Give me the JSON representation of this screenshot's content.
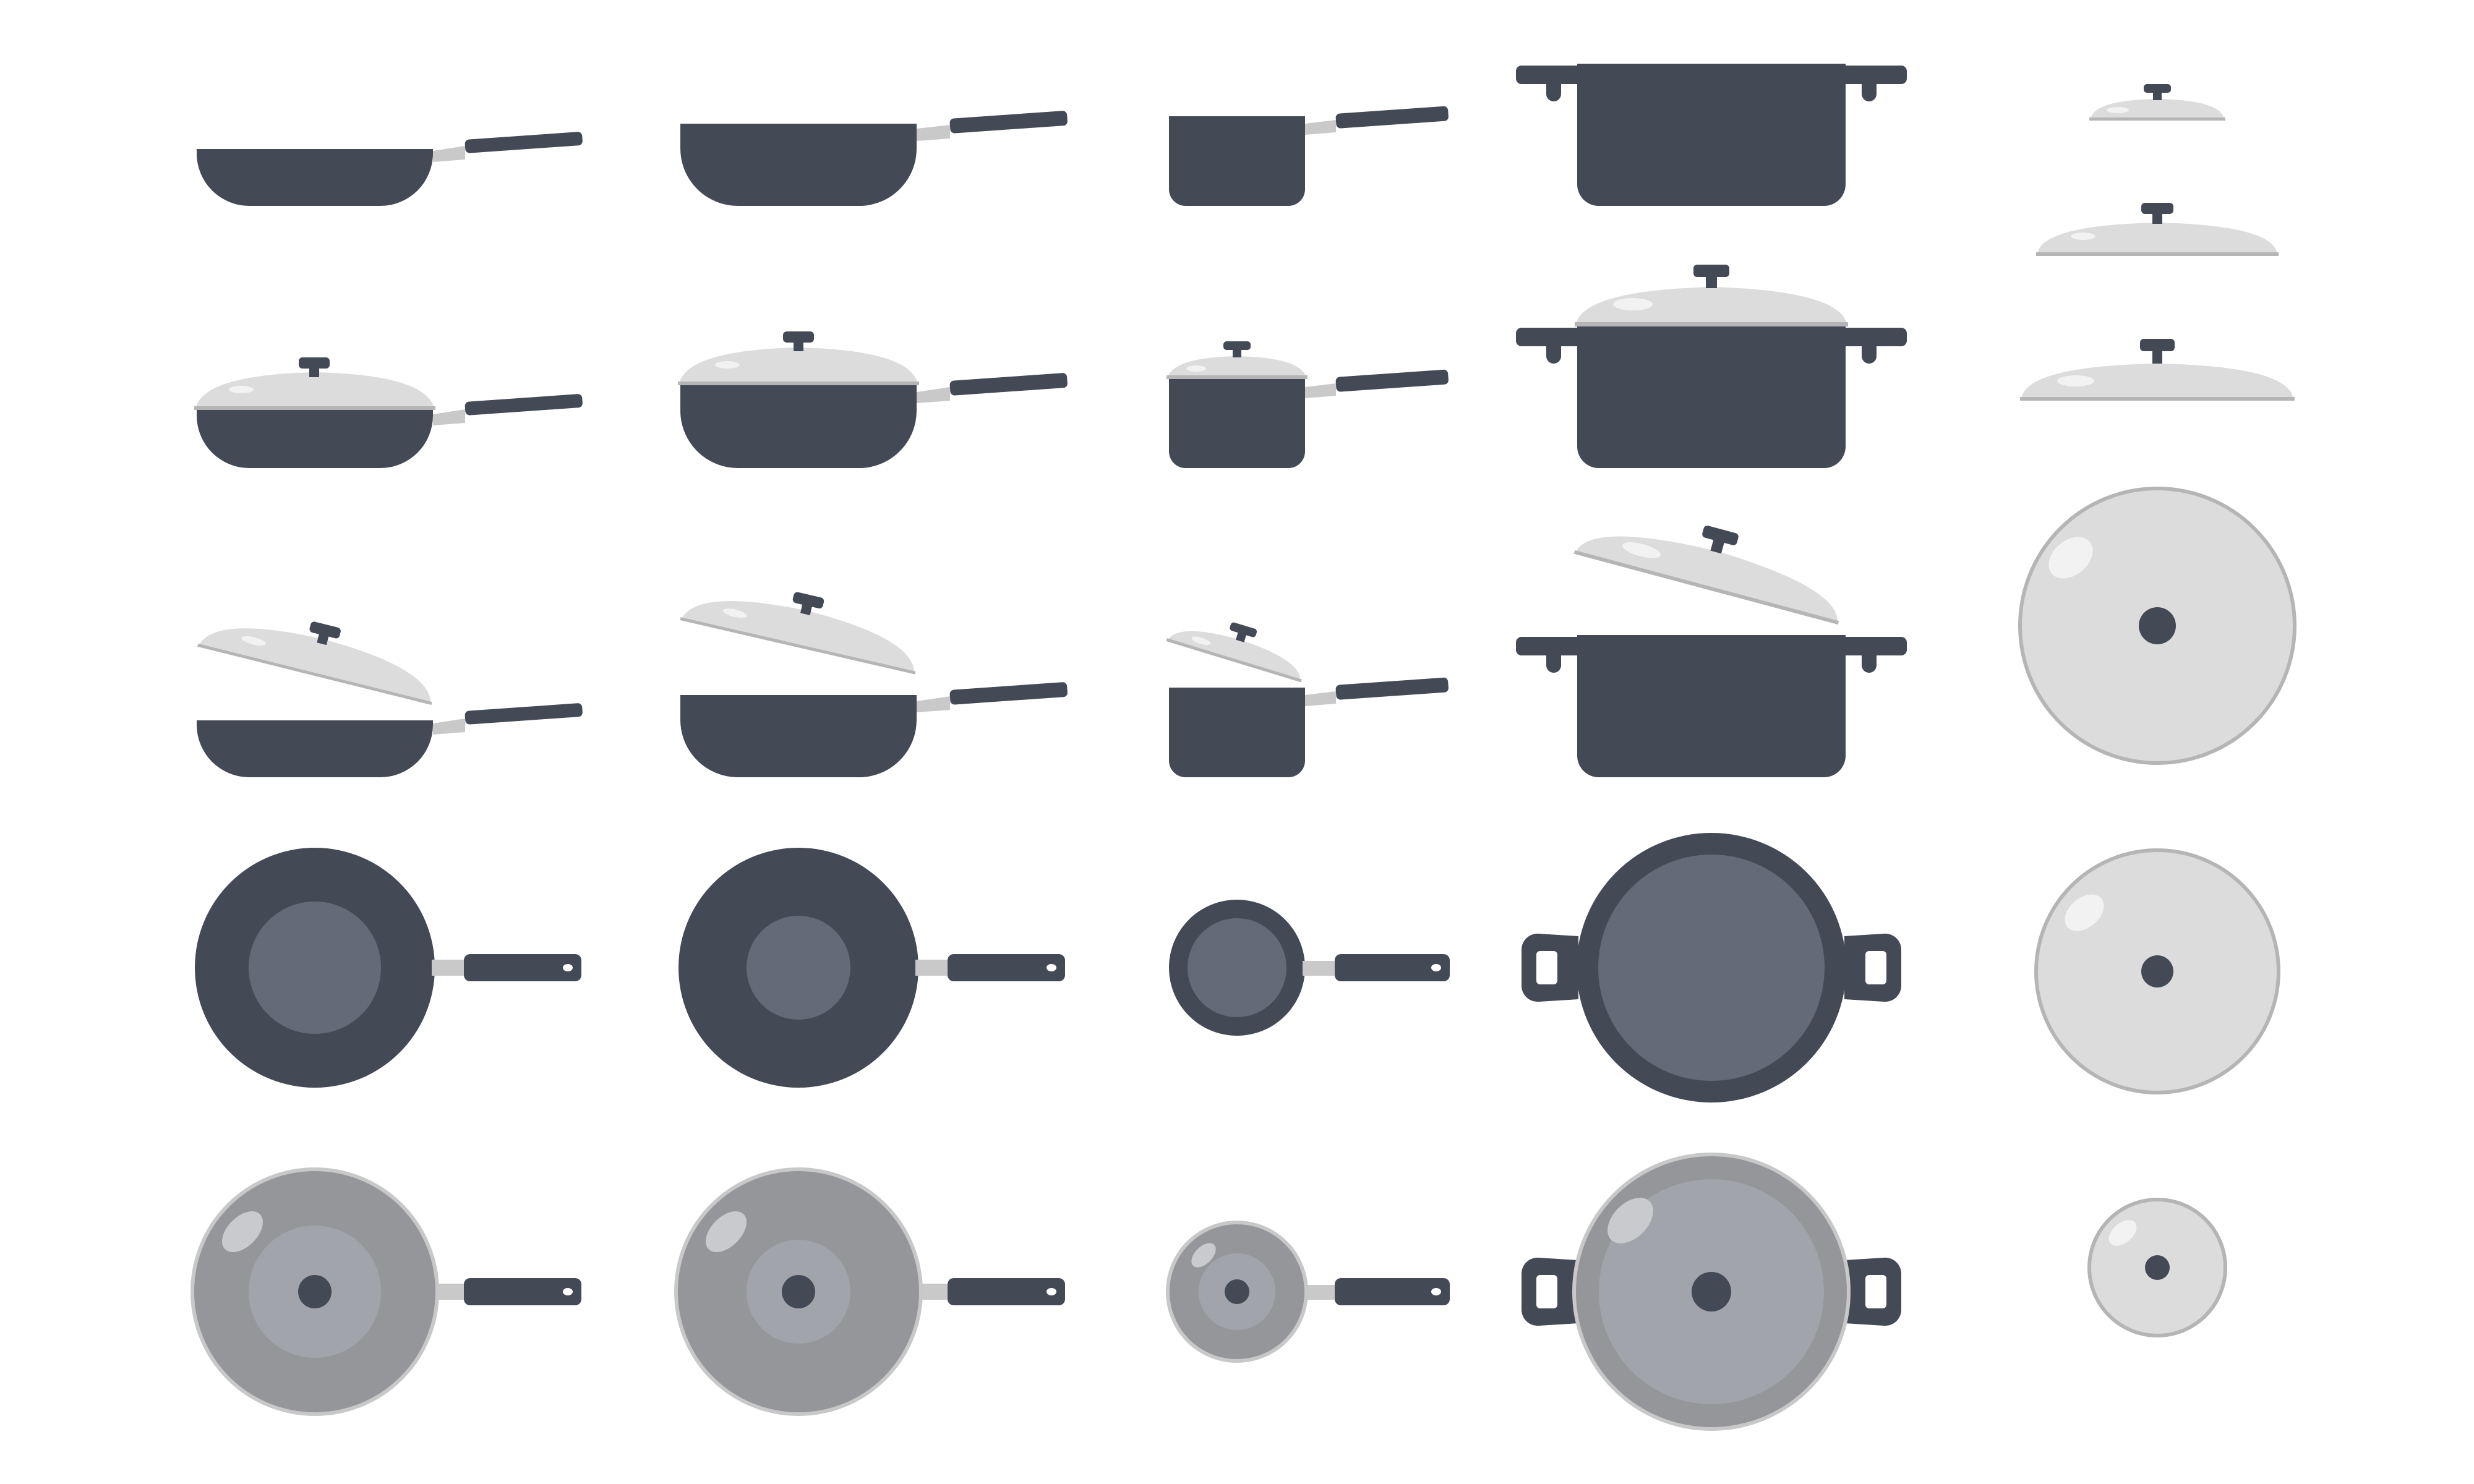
{
  "palette": {
    "body": "#434955",
    "inner": "#646a77",
    "lid": "#dcdcdc",
    "lid_edge": "#b5b5b5",
    "glass": "#949699",
    "glass_inner": "#a1a4aa",
    "glass_edge": "#c8c8c8",
    "highlight": "#f2f2f2",
    "stem": "#c9c9c9",
    "background": "#ffffff"
  },
  "items": [
    {
      "row": 1,
      "col": 1,
      "kind": "fry-pan",
      "view": "side",
      "lid": "none"
    },
    {
      "row": 1,
      "col": 2,
      "kind": "saute-pan",
      "view": "side",
      "lid": "none"
    },
    {
      "row": 1,
      "col": 3,
      "kind": "saucepan",
      "view": "side",
      "lid": "none"
    },
    {
      "row": 1,
      "col": 4,
      "kind": "stock-pot",
      "view": "side",
      "lid": "none"
    },
    {
      "row": 1,
      "col": 5,
      "kind": "lid",
      "view": "side",
      "lid": "small"
    },
    {
      "row": 2,
      "col": 1,
      "kind": "fry-pan",
      "view": "side",
      "lid": "closed"
    },
    {
      "row": 2,
      "col": 2,
      "kind": "saute-pan",
      "view": "side",
      "lid": "closed"
    },
    {
      "row": 2,
      "col": 3,
      "kind": "saucepan",
      "view": "side",
      "lid": "closed"
    },
    {
      "row": 2,
      "col": 4,
      "kind": "stock-pot",
      "view": "side",
      "lid": "closed"
    },
    {
      "row": 2,
      "col": 5,
      "kind": "lid",
      "view": "side",
      "lid": "medium"
    },
    {
      "row": 3,
      "col": 1,
      "kind": "fry-pan",
      "view": "side",
      "lid": "open"
    },
    {
      "row": 3,
      "col": 2,
      "kind": "saute-pan",
      "view": "side",
      "lid": "open"
    },
    {
      "row": 3,
      "col": 3,
      "kind": "saucepan",
      "view": "side",
      "lid": "open"
    },
    {
      "row": 3,
      "col": 4,
      "kind": "stock-pot",
      "view": "side",
      "lid": "open"
    },
    {
      "row": 3,
      "col": 5,
      "kind": "lid",
      "view": "side",
      "lid": "large"
    },
    {
      "row": 3,
      "col": 5,
      "kind": "lid",
      "view": "top",
      "lid": "large"
    },
    {
      "row": 4,
      "col": 1,
      "kind": "fry-pan",
      "view": "top",
      "lid": "none"
    },
    {
      "row": 4,
      "col": 2,
      "kind": "saute-pan",
      "view": "top",
      "lid": "none"
    },
    {
      "row": 4,
      "col": 3,
      "kind": "saucepan",
      "view": "top",
      "lid": "none"
    },
    {
      "row": 4,
      "col": 4,
      "kind": "stock-pot",
      "view": "top",
      "lid": "none"
    },
    {
      "row": 4,
      "col": 5,
      "kind": "lid",
      "view": "top",
      "lid": "medium"
    },
    {
      "row": 5,
      "col": 1,
      "kind": "fry-pan",
      "view": "top",
      "lid": "glass"
    },
    {
      "row": 5,
      "col": 2,
      "kind": "saute-pan",
      "view": "top",
      "lid": "glass"
    },
    {
      "row": 5,
      "col": 3,
      "kind": "saucepan",
      "view": "top",
      "lid": "glass"
    },
    {
      "row": 5,
      "col": 4,
      "kind": "stock-pot",
      "view": "top",
      "lid": "glass"
    },
    {
      "row": 5,
      "col": 5,
      "kind": "lid",
      "view": "top",
      "lid": "small"
    }
  ]
}
